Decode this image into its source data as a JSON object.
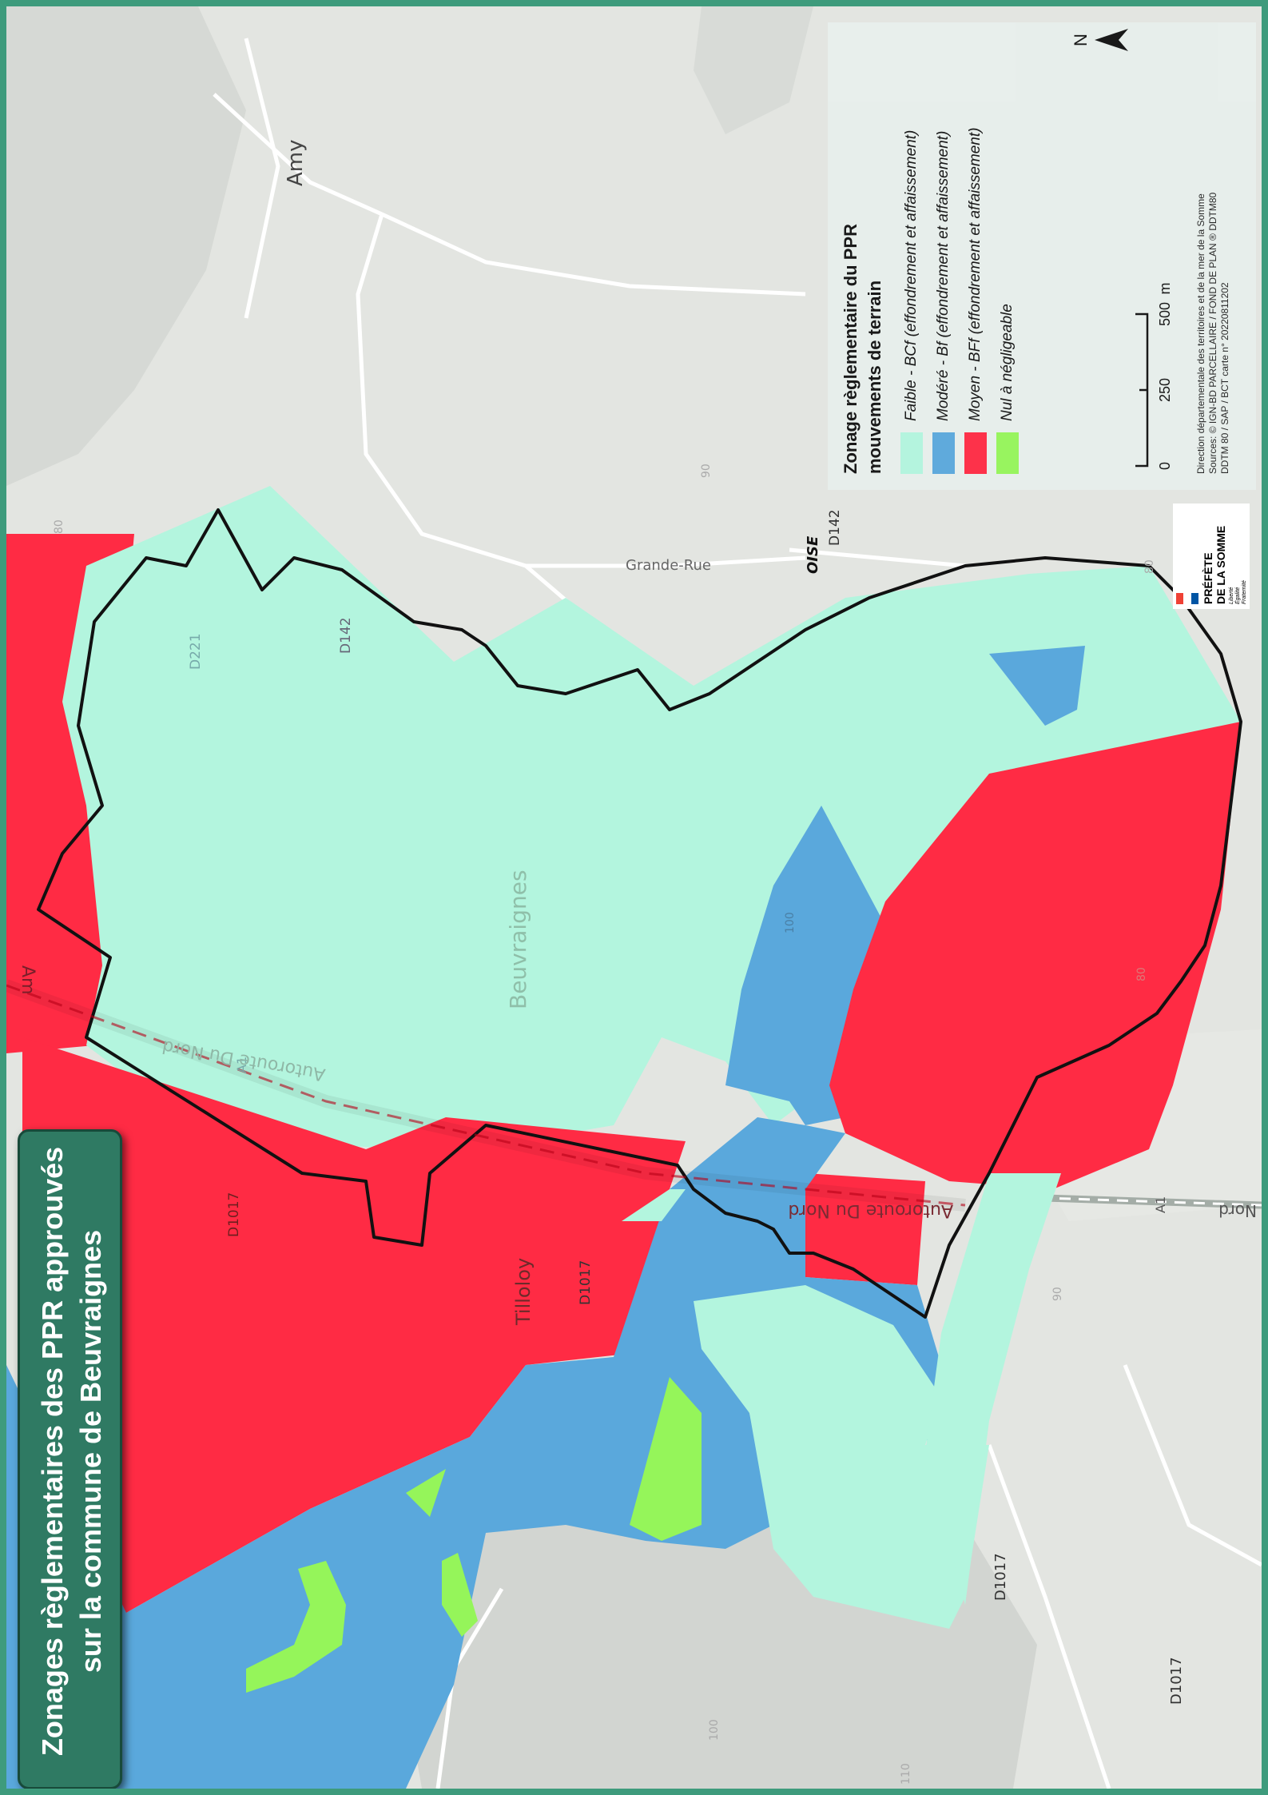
{
  "map": {
    "title_line1": "Zonages règlementaires des PPR approuvés",
    "title_line2": "sur la commune de  Beuvraignes",
    "legend": {
      "title_line1": "Zonage règlementaire du PPR",
      "title_line2": "mouvements de terrain",
      "items": [
        {
          "label": "Faible - BCf (effondrement et affaissement)",
          "color": "#b3f5de"
        },
        {
          "label": "Modéré - Bf (effondrement et affaissement)",
          "color": "#5aa8dc"
        },
        {
          "label": "Moyen - BFf (effondrement et affaissement)",
          "color": "#ff2b44"
        },
        {
          "label": "Nul à négligeable",
          "color": "#95f55a"
        }
      ]
    },
    "scale": {
      "tick0": "0",
      "tick1": "250",
      "tick2": "500",
      "unit": "m"
    },
    "north": "N",
    "source_lines": [
      "Direction départementale des territoires et de la mer de la Somme",
      "Sources: © IGN-BD PARCELLAIRE / FOND DE PLAN ®  DDTM80",
      "DDTM 80 / SAP / BCT carte n° 20220811202"
    ],
    "logo": {
      "name_line1": "PRÉFÈTE",
      "name_line2": "DE LA SOMME",
      "motto": [
        "Liberté",
        "Égalité",
        "Fraternité"
      ]
    },
    "places": {
      "commune": "Beuvraignes",
      "amy": "Amy",
      "tilloloy": "Tilloloy",
      "grande_rue": "Grande-Rue",
      "oise": "OISE",
      "d142_a": "D142",
      "d142_b": "D142",
      "d221": "D221",
      "d1017_a": "D1017",
      "d1017_b": "D1017",
      "d1017_c": "D1017",
      "d1017_d": "D1017",
      "a1_a": "A1",
      "a1_b": "A1",
      "autoroute_a": "Autoroute Du Nord",
      "autoroute_b": "Autoroute Du Nord",
      "nord": "Nord",
      "am": "Am",
      "c90_a": "90",
      "c90_b": "90",
      "c80_a": "80",
      "c80_b": "80",
      "c80_c": "80",
      "c100_a": "100",
      "c100_b": "100",
      "c110": "110"
    },
    "colors": {
      "background": "#e3e5e1",
      "forest": "#d6d9d5",
      "road": "#ffffff",
      "boundary": "#111111",
      "frame": "#3e9b7c",
      "title_box": "#2f7a63"
    }
  }
}
